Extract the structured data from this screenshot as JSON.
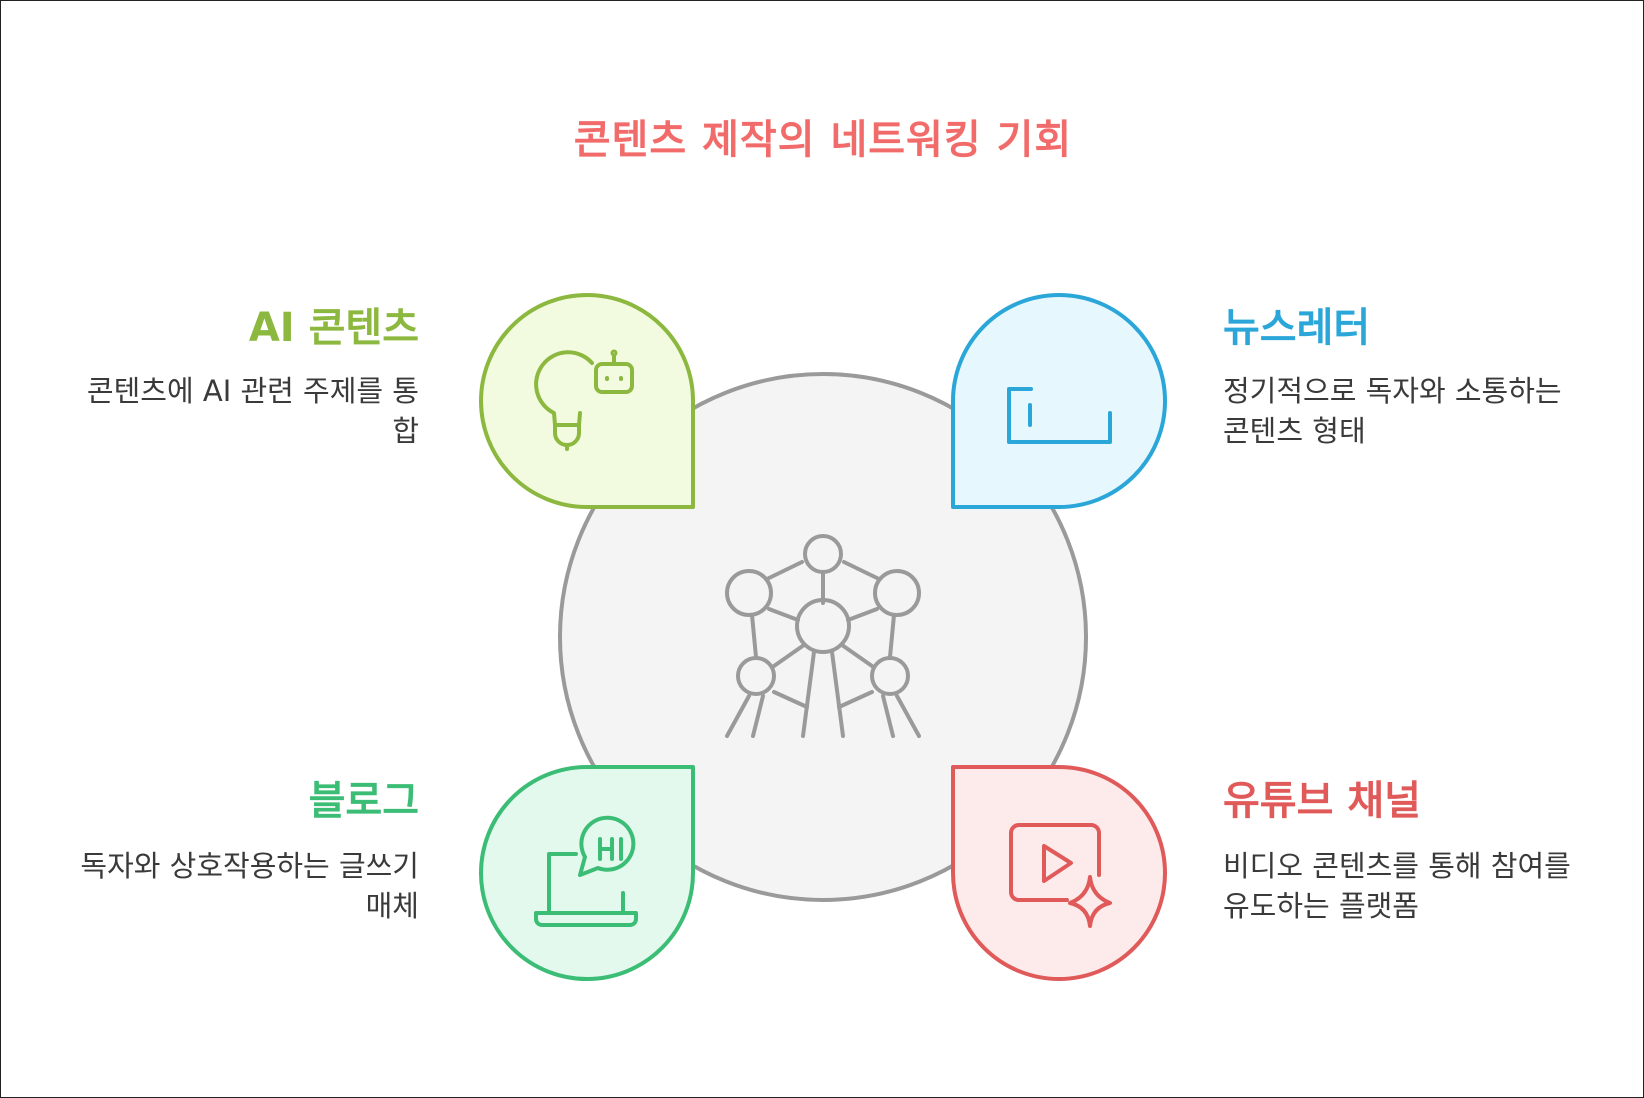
{
  "title": "콘텐츠 제작의 네트워킹 기회",
  "items": [
    {
      "key": "ai",
      "heading": "AI 콘텐츠",
      "description": "콘텐츠에 AI 관련 주제를 통합",
      "color": "#8cb83f",
      "fill": "#f2fbdf",
      "icon": "lightbulb-robot-icon"
    },
    {
      "key": "newsletter",
      "heading": "뉴스레터",
      "description": "정기적으로 독자와 소통하는 콘텐츠 형태",
      "color": "#2aa6d8",
      "fill": "#e6f7fd",
      "icon": "newsletter-icon"
    },
    {
      "key": "blog",
      "heading": "블로그",
      "description": "독자와 상호작용하는 글쓰기 매체",
      "color": "#3cbd76",
      "fill": "#e3f9ed",
      "icon": "laptop-chat-icon"
    },
    {
      "key": "youtube",
      "heading": "유튜브 채널",
      "description": "비디오 콘텐츠를 통해 참여를 유도하는 플랫폼",
      "color": "#e05a5a",
      "fill": "#fdebeb",
      "icon": "video-play-icon"
    }
  ],
  "center": {
    "icon": "atomium-network-icon",
    "stroke": "#9a9a9a",
    "fill": "#f4f4f4"
  },
  "colors": {
    "title": "#f26b6b"
  }
}
